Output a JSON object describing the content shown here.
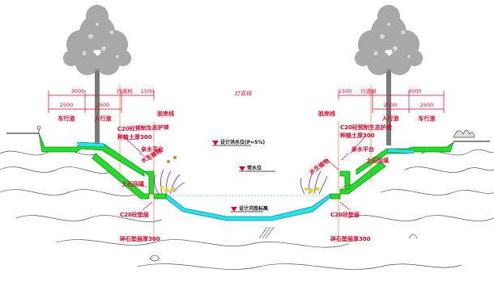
{
  "center_label": "灯亚线",
  "left": {
    "dim_top_a": "3000",
    "dim_top_b": "行道树",
    "dim_top_c": "1500",
    "dim_mid_a": "2500",
    "dim_mid_b": "2500",
    "lane_a": "车行道",
    "lane_b": "人行道",
    "boundary_label": "驳岸线",
    "revetment": "C20砼预制生态护坡",
    "backfill": "种植土厚300",
    "platform": "亲水平台",
    "plants": "水生植物",
    "soil_layer": "土石回填",
    "base_a": "C20砼垫层",
    "base_b": "碎石垫层厚300"
  },
  "right": {
    "dim_top_a": "1500",
    "dim_top_b": "行道树",
    "dim_top_c": "3000",
    "dim_mid_a": "2500",
    "dim_mid_b": "2500",
    "lane_a": "人行道",
    "lane_b": "车行道",
    "boundary_label": "驳岸线",
    "revetment": "C20砼预制生态护坡",
    "backfill": "种植土厚300",
    "platform": "亲水平台",
    "plants": "水生植物",
    "soil_layer": "土石回填",
    "base_a": "C20砼垫层",
    "base_b": "碎石垫层厚300"
  },
  "water_levels": {
    "design_flood": "设计洪水位(P=5%)",
    "normal": "常水位",
    "bed": "设计河底标高"
  },
  "colors": {
    "dimension_red": "#e1002a",
    "revetment_green": "#22e02a",
    "water_cyan": "#26e3f0",
    "tree_gray": "#8a8a8a",
    "plant_purple": "#8a4fd6",
    "plant_yellow": "#e8d81a"
  }
}
